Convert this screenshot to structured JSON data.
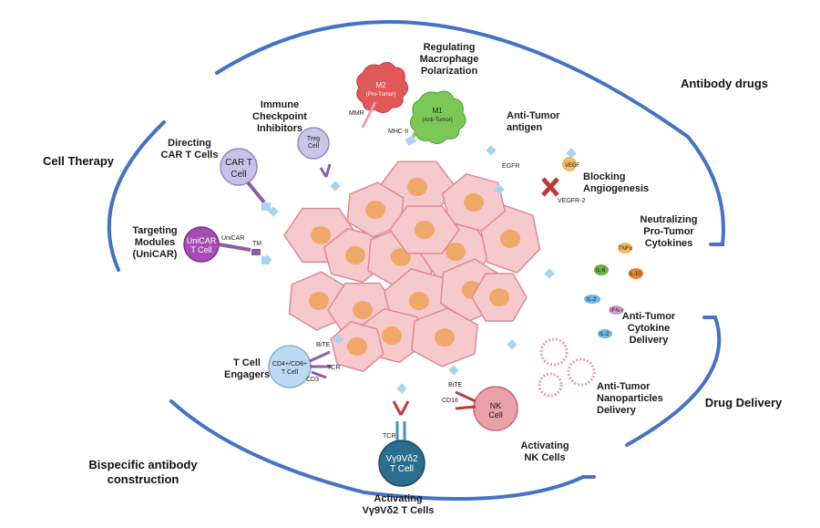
{
  "categories": {
    "antibody_drugs": "Antibody drugs",
    "cell_therapy": "Cell Therapy",
    "drug_delivery": "Drug Delivery",
    "bispecific": "Bispecific antibody\nconstruction"
  },
  "mechanisms": {
    "macrophage": "Regulating\nMacrophage\nPolarization",
    "checkpoint": "Immune\nCheckpoint\nInhibitors",
    "car_t": "Directing\nCAR T Cells",
    "targeting": "Targeting\nModules\n(UniCAR)",
    "antitumor_antigen": "Anti-Tumor\nantigen",
    "angiogenesis": "Blocking\nAngiogenesis",
    "cytokines": "Neutralizing\nPro-Tumor\nCytokines",
    "cytokine_delivery": "Anti-Tumor\nCytokine\nDelivery",
    "nanoparticles": "Anti-Tumor\nNanoparticles\nDelivery",
    "tcell_engagers": "T Cell\nEngagers",
    "nk": "Activating\nNK Cells",
    "vg": "Activating\nVγ9Vδ2 T Cells"
  },
  "cells": {
    "m2": "M2",
    "m2_sub": "(Pro-Tumor)",
    "m1": "M1",
    "m1_sub": "(Anti-Tumor)",
    "treg": "Treg\nCell",
    "car_t": "CAR T\nCell",
    "unicar": "UniCAR\nT Cell",
    "cd4cd8_a": "CD4+/CD8+",
    "cd4cd8_b": "T Cell",
    "nk": "NK\nCell",
    "vg_a": "Vγ9Vδ2",
    "vg_b": "T Cell"
  },
  "small_labels": {
    "mmr": "MMR",
    "mhc": "MHC-II",
    "egfr": "EGFR",
    "vegf": "VEGF",
    "vegfr": "VEGFR-2",
    "unicar": "UniCAR",
    "tm": "TM",
    "bite1": "BiTE",
    "tcr1": "TCR",
    "cd3": "CD3",
    "bite2": "BiTE",
    "cd16": "CD16",
    "tcr2": "TCR",
    "il2a": "IL-2",
    "ifn": "IFN-γ",
    "il2b": "IL-2",
    "tnf": "TNFα",
    "il6": "IL-6",
    "il10": "IL-10"
  },
  "colors": {
    "arc": "#4472C4",
    "tumor_fill": "#F6C9CC",
    "tumor_stroke": "#D98C93",
    "nucleus": "#F0A868",
    "antibody": "#A8D4F0"
  }
}
